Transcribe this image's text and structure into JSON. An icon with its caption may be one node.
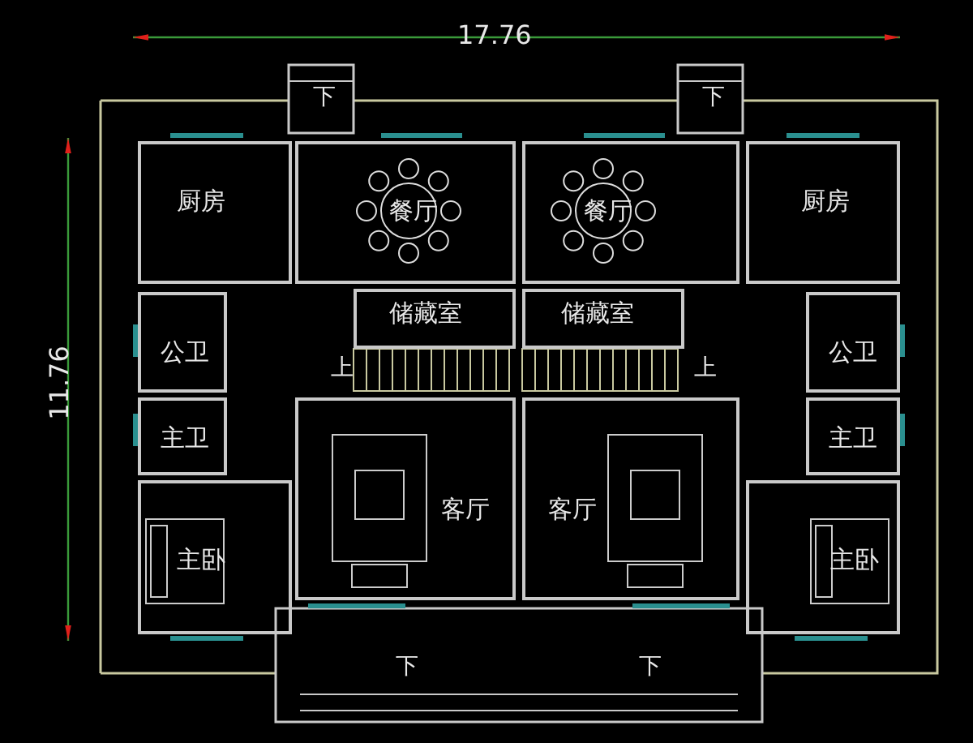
{
  "diagram": {
    "nodes": [
      {
        "text": [
          "厨房"
        ]
      },
      {
        "text": [
          "餐厅"
        ]
      },
      {
        "text": [
          "餐厅"
        ]
      },
      {
        "text": [
          "厨房"
        ]
      },
      {
        "text": [
          "储藏室"
        ]
      },
      {
        "text": [
          "储藏室"
        ]
      },
      {
        "text": [
          "公卫"
        ]
      },
      {
        "text": [
          "公卫"
        ]
      },
      {
        "text": [
          "主卫"
        ]
      },
      {
        "text": [
          "客厅"
        ]
      },
      {
        "text": [
          "客厅"
        ]
      },
      {
        "text": [
          "主卫"
        ]
      },
      {
        "text": [
          "主卧"
        ]
      },
      {
        "text": [
          "主卧"
        ]
      }
    ],
    "edges": [],
    "labels": [
      "17.76",
      "下",
      "下",
      "11.76",
      "上",
      "上",
      "下",
      "下"
    ]
  }
}
